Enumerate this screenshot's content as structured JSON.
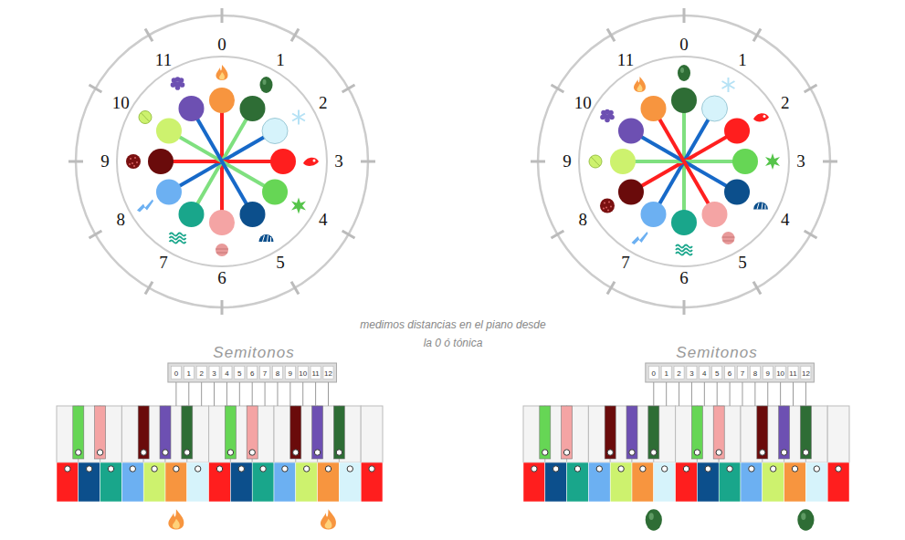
{
  "diagram": {
    "labels": [
      "0",
      "1",
      "2",
      "3",
      "4",
      "5",
      "6",
      "7",
      "8",
      "9",
      "10",
      "11",
      "0",
      "1",
      "2",
      "3",
      "4",
      "5",
      "6",
      "7",
      "8",
      "9",
      "10",
      "11",
      "medimos distancias en el piano desde la 0 ó tónica",
      "Semitonos",
      "0",
      "1",
      "2",
      "3",
      "4",
      "5",
      "6",
      "7",
      "8",
      "9",
      "10",
      "11",
      "12",
      "Semitonos",
      "0",
      "1",
      "2",
      "3",
      "4",
      "5",
      "6",
      "7",
      "8",
      "9",
      "10",
      "11",
      "12"
    ]
  }
}
